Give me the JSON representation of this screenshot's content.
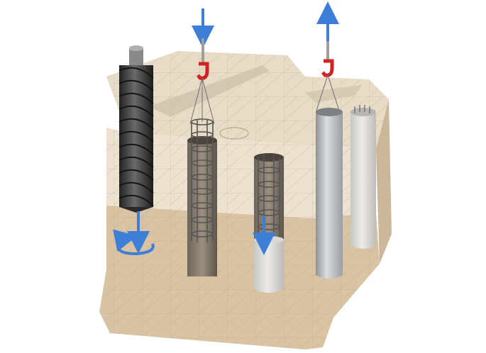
{
  "diagram": {
    "kind": "bored-pile construction steps, soil block cutaway",
    "text_labels": [],
    "colors": {
      "soil_top": "#e8dcc6",
      "soil_upper_layer": "#ece2cf",
      "soil_lower_layer": "#d9c3a3",
      "soil_right_face": "#cdb79a",
      "mesh_line": "#a8998a",
      "auger": "#3a3a3a",
      "rebar": "#555555",
      "casing": "#b9bcbf",
      "concrete": "#d8d8d6",
      "arrow": "#3d7fd6",
      "hook": "#d42121"
    },
    "steps": [
      {
        "id": "drilling",
        "tool": "auger",
        "motion": "rotate-and-descend"
      },
      {
        "id": "cage-lowering",
        "tool": "crane-hook",
        "motion": "down"
      },
      {
        "id": "concreting",
        "tool": "rebar-cage-in-hole",
        "motion": "concrete-filling-down"
      },
      {
        "id": "casing-extraction",
        "tool": "crane-hook",
        "motion": "up"
      }
    ]
  }
}
